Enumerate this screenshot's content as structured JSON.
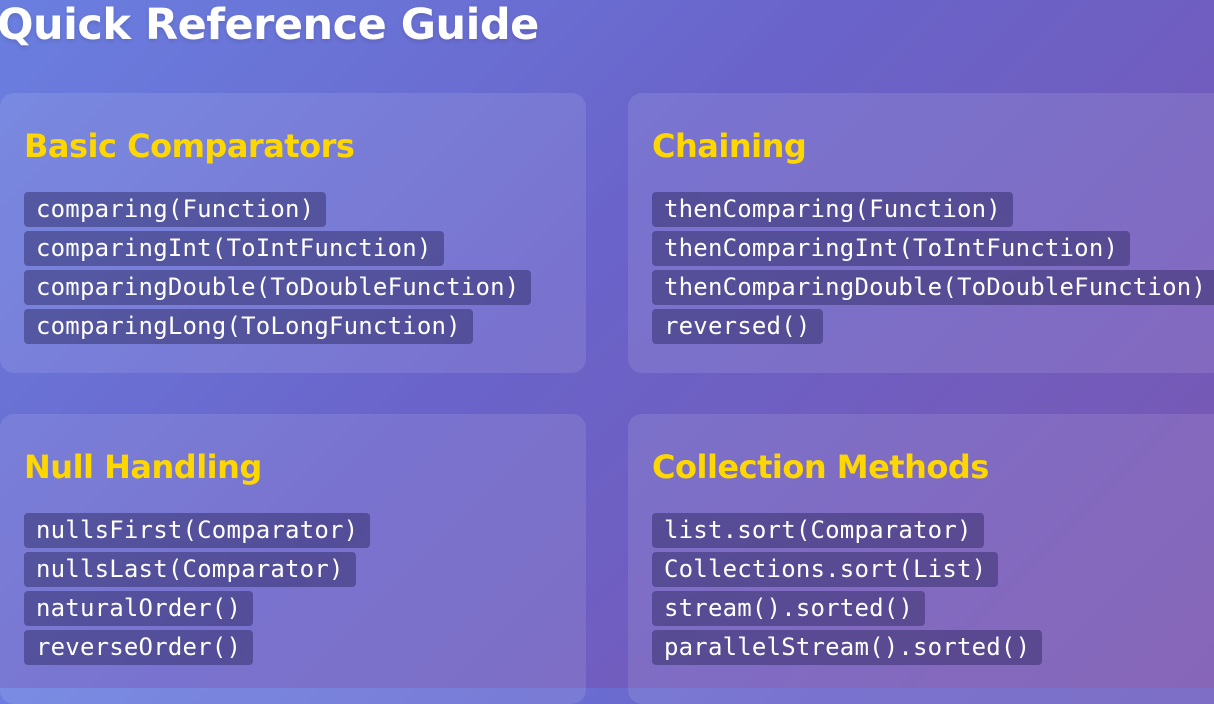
{
  "page": {
    "title": "Quick Reference Guide"
  },
  "sections": [
    {
      "title": "Basic Comparators",
      "methods": [
        "comparing(Function)",
        "comparingInt(ToIntFunction)",
        "comparingDouble(ToDoubleFunction)",
        "comparingLong(ToLongFunction)"
      ]
    },
    {
      "title": "Chaining",
      "methods": [
        "thenComparing(Function)",
        "thenComparingInt(ToIntFunction)",
        "thenComparingDouble(ToDoubleFunction)",
        "reversed()"
      ]
    },
    {
      "title": "Null Handling",
      "methods": [
        "nullsFirst(Comparator)",
        "nullsLast(Comparator)",
        "naturalOrder()",
        "reverseOrder()"
      ]
    },
    {
      "title": "Collection Methods",
      "methods": [
        "list.sort(Comparator)",
        "Collections.sort(List)",
        "stream().sorted()",
        "parallelStream().sorted()"
      ]
    }
  ],
  "colors": {
    "section_title": "#ffd700",
    "page_title": "#ffffff",
    "code_text": "#ffffff"
  }
}
